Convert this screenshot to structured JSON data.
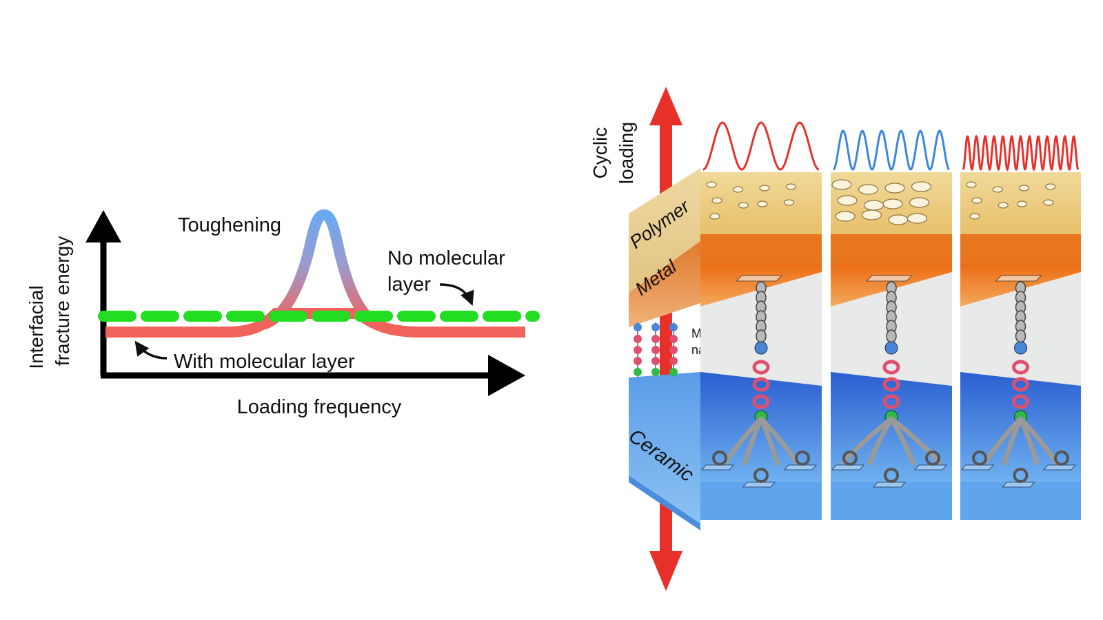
{
  "left_graph": {
    "y_axis_label_line1": "Interfacial",
    "y_axis_label_line2": "fracture energy",
    "x_axis_label": "Loading frequency",
    "peak_label": "Toughening",
    "no_layer_label_line1": "No molecular",
    "no_layer_label_line2": "layer",
    "with_layer_label": "With molecular layer",
    "colors": {
      "no_layer_dashed": "#22dd22",
      "with_layer": "#f0625a",
      "peak": "#6aa8ef",
      "axes": "#000000"
    }
  },
  "right_figure": {
    "loading_label_line1": "Cyclic",
    "loading_label_line2": "loading",
    "layer_polymer": "Polymer",
    "layer_metal": "Metal",
    "layer_ceramic": "Ceramic",
    "nanolayer_label_line1": "Molecular",
    "nanolayer_label_line2": "nanolayer",
    "panels": [
      {
        "wave_color": "#e8302a",
        "frequency": "low"
      },
      {
        "wave_color": "#3a86de",
        "frequency": "intermediate"
      },
      {
        "wave_color": "#e8302a",
        "frequency": "high"
      }
    ],
    "colors": {
      "arrow": "#e8302a",
      "polymer": "#ecc978",
      "metal": "#e8761e",
      "ceramic": "#3f86e0",
      "gap": "#e8e9e9",
      "bead_blue": "#4a86d8",
      "bead_pink": "#e0506e",
      "bead_green": "#2fba4a"
    }
  }
}
